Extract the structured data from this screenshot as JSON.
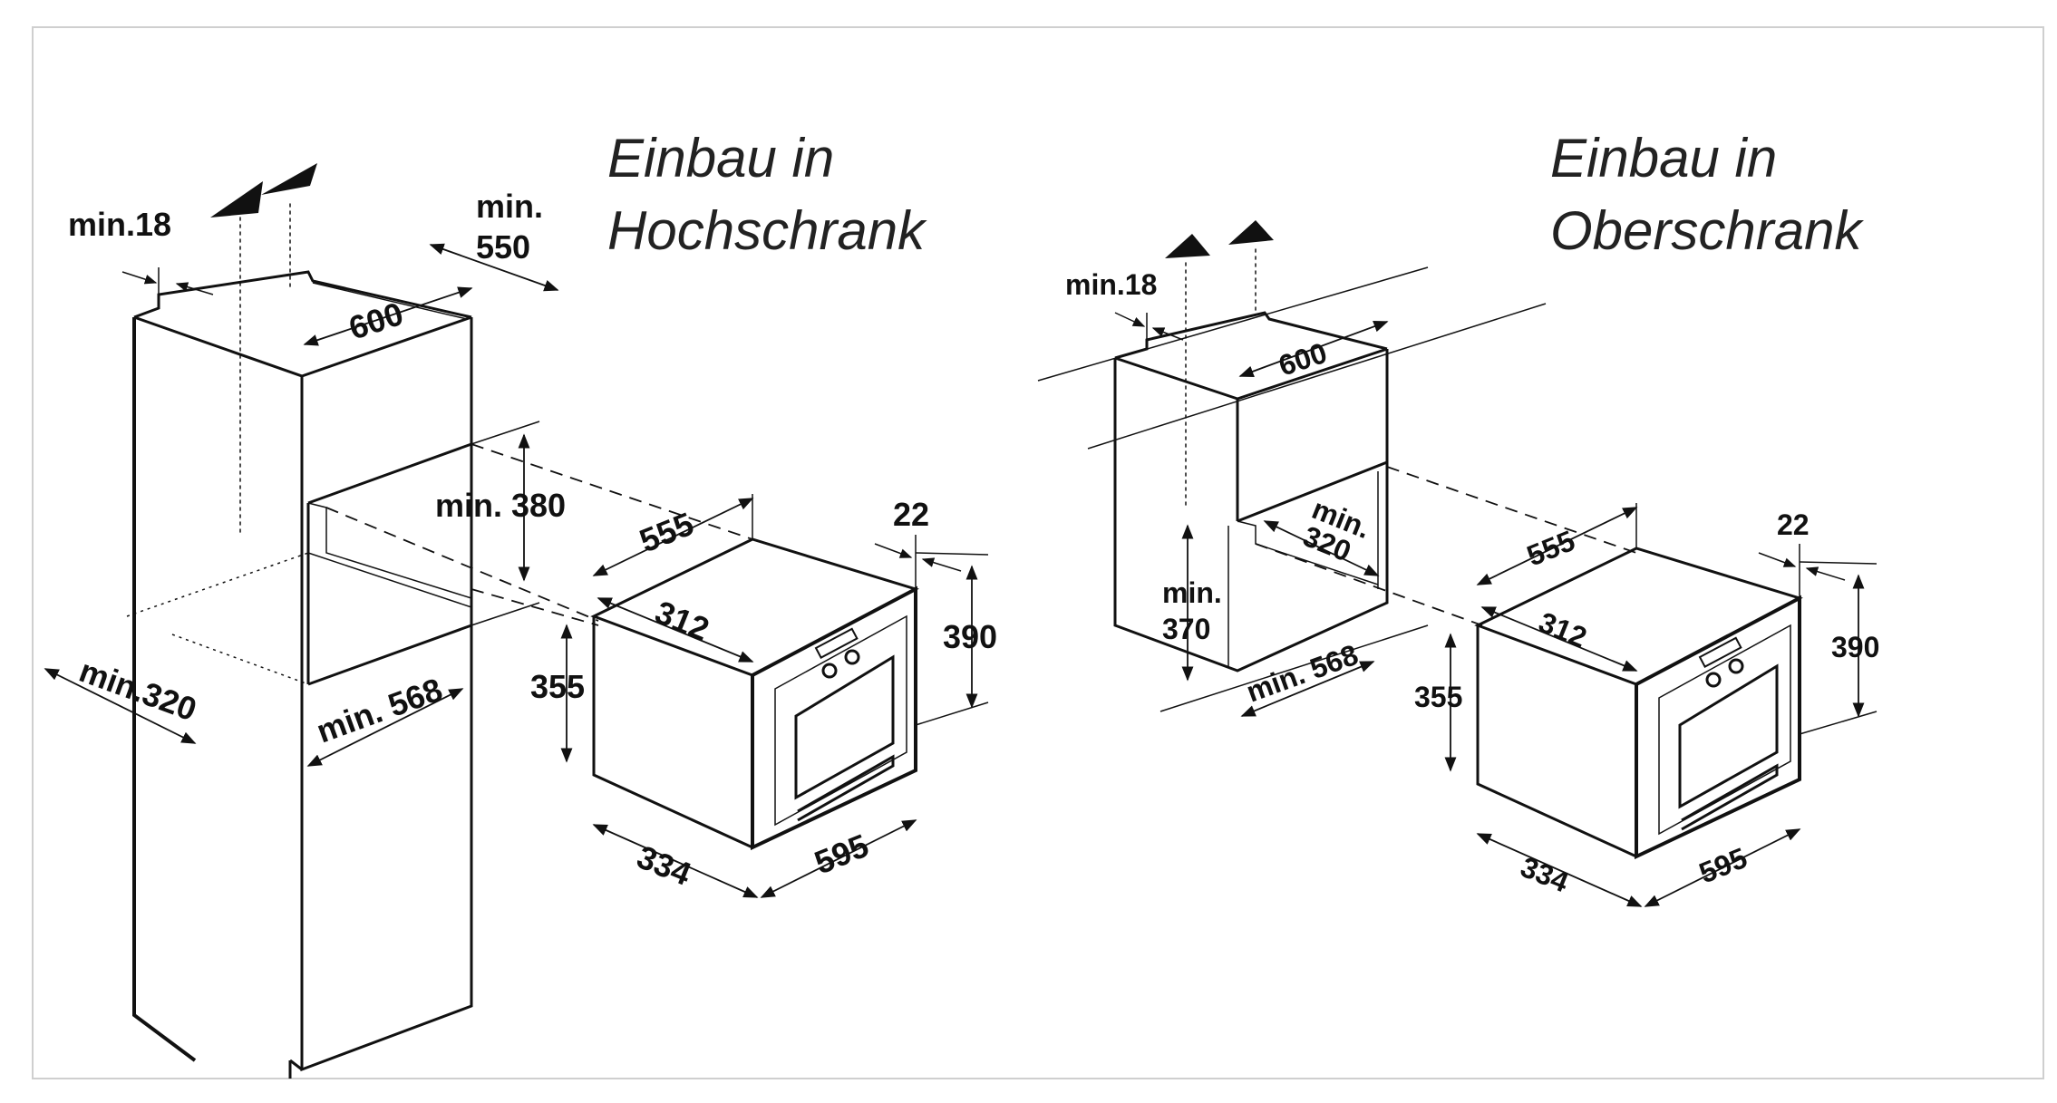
{
  "diagram": {
    "left": {
      "title_line1": "Einbau in",
      "title_line2": "Hochschrank",
      "cabinet": {
        "min_18": "min.18",
        "min_550_a": "min.",
        "min_550_b": "550",
        "width_600": "600",
        "min_380": "min. 380",
        "min_320": "min.320",
        "min_568": "min. 568"
      },
      "appliance": {
        "d_555": "555",
        "d_312": "312",
        "d_22": "22",
        "d_390": "390",
        "d_355": "355",
        "d_334": "334",
        "d_595": "595"
      }
    },
    "right": {
      "title_line1": "Einbau in",
      "title_line2": "Oberschrank",
      "cabinet": {
        "min_18": "min.18",
        "width_600": "600",
        "min_320_a": "min.",
        "min_320_b": "320",
        "min_370_a": "min.",
        "min_370_b": "370",
        "min_568": "min. 568"
      },
      "appliance": {
        "d_555": "555",
        "d_312": "312",
        "d_22": "22",
        "d_390": "390",
        "d_355": "355",
        "d_334": "334",
        "d_595": "595"
      }
    }
  }
}
